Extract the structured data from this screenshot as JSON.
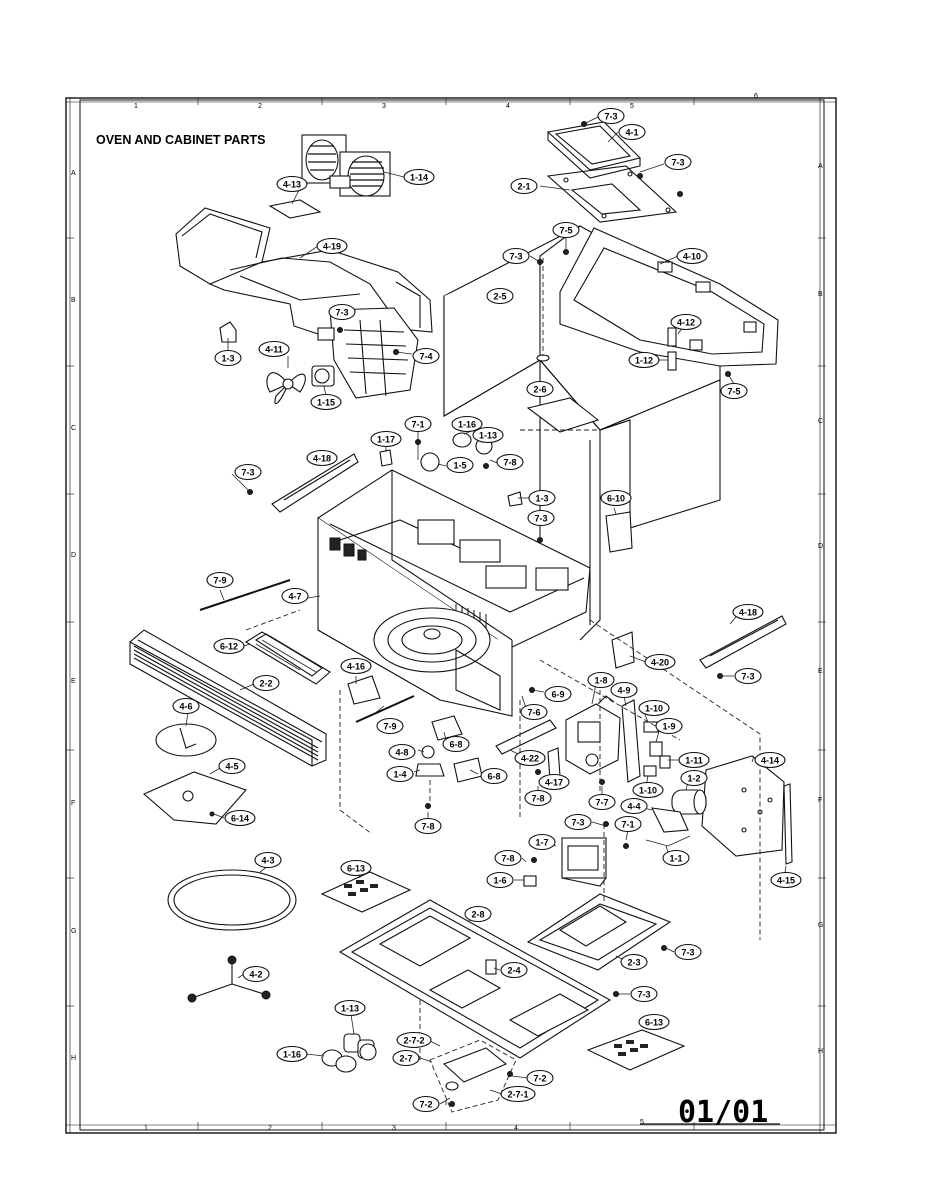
{
  "title": "OVEN AND CABINET PARTS",
  "page_number": "01/01",
  "grid": {
    "columns": [
      "1",
      "2",
      "3",
      "4",
      "5",
      "6"
    ],
    "rows": [
      "A",
      "B",
      "C",
      "D",
      "E",
      "F",
      "G",
      "H"
    ]
  },
  "callouts": [
    {
      "id": "c1",
      "label": "7-3"
    },
    {
      "id": "c2",
      "label": "4-1"
    },
    {
      "id": "c3",
      "label": "7-3"
    },
    {
      "id": "c4",
      "label": "2-1"
    },
    {
      "id": "c5",
      "label": "4-13"
    },
    {
      "id": "c6",
      "label": "1-14"
    },
    {
      "id": "c7",
      "label": "7-5"
    },
    {
      "id": "c8",
      "label": "7-3"
    },
    {
      "id": "c9",
      "label": "4-10"
    },
    {
      "id": "c10",
      "label": "4-19"
    },
    {
      "id": "c11",
      "label": "2-5"
    },
    {
      "id": "c12",
      "label": "7-3"
    },
    {
      "id": "c13",
      "label": "4-12"
    },
    {
      "id": "c14",
      "label": "1-12"
    },
    {
      "id": "c15",
      "label": "1-3"
    },
    {
      "id": "c16",
      "label": "4-11"
    },
    {
      "id": "c17",
      "label": "7-4"
    },
    {
      "id": "c18",
      "label": "1-15"
    },
    {
      "id": "c19",
      "label": "7-5"
    },
    {
      "id": "c20",
      "label": "2-6"
    },
    {
      "id": "c21",
      "label": "7-1"
    },
    {
      "id": "c22",
      "label": "1-16"
    },
    {
      "id": "c23",
      "label": "1-13"
    },
    {
      "id": "c24",
      "label": "1-17"
    },
    {
      "id": "c25",
      "label": "4-18"
    },
    {
      "id": "c26",
      "label": "1-5"
    },
    {
      "id": "c27",
      "label": "7-8"
    },
    {
      "id": "c28",
      "label": "7-3"
    },
    {
      "id": "c29",
      "label": "1-3"
    },
    {
      "id": "c30",
      "label": "7-3"
    },
    {
      "id": "c31",
      "label": "6-10"
    },
    {
      "id": "c32",
      "label": "7-9"
    },
    {
      "id": "c33",
      "label": "4-7"
    },
    {
      "id": "c34",
      "label": "6-12"
    },
    {
      "id": "c35",
      "label": "4-18"
    },
    {
      "id": "c36",
      "label": "4-20"
    },
    {
      "id": "c37",
      "label": "7-3"
    },
    {
      "id": "c38",
      "label": "4-16"
    },
    {
      "id": "c39",
      "label": "2-2"
    },
    {
      "id": "c40",
      "label": "6-9"
    },
    {
      "id": "c41",
      "label": "1-8"
    },
    {
      "id": "c42",
      "label": "4-9"
    },
    {
      "id": "c43",
      "label": "4-6"
    },
    {
      "id": "c44",
      "label": "7-9"
    },
    {
      "id": "c45",
      "label": "7-6"
    },
    {
      "id": "c46",
      "label": "1-10"
    },
    {
      "id": "c47",
      "label": "1-9"
    },
    {
      "id": "c48",
      "label": "6-8"
    },
    {
      "id": "c49",
      "label": "4-8"
    },
    {
      "id": "c50",
      "label": "4-22"
    },
    {
      "id": "c51",
      "label": "4-14"
    },
    {
      "id": "c52",
      "label": "4-5"
    },
    {
      "id": "c53",
      "label": "1-4"
    },
    {
      "id": "c54",
      "label": "6-8"
    },
    {
      "id": "c55",
      "label": "4-17"
    },
    {
      "id": "c56",
      "label": "1-11"
    },
    {
      "id": "c57",
      "label": "1-10"
    },
    {
      "id": "c58",
      "label": "1-2"
    },
    {
      "id": "c59",
      "label": "7-8"
    },
    {
      "id": "c60",
      "label": "7-7"
    },
    {
      "id": "c61",
      "label": "4-4"
    },
    {
      "id": "c62",
      "label": "6-14"
    },
    {
      "id": "c63",
      "label": "7-8"
    },
    {
      "id": "c64",
      "label": "7-3"
    },
    {
      "id": "c65",
      "label": "7-1"
    },
    {
      "id": "c66",
      "label": "1-7"
    },
    {
      "id": "c67",
      "label": "7-8"
    },
    {
      "id": "c68",
      "label": "1-1"
    },
    {
      "id": "c69",
      "label": "4-3"
    },
    {
      "id": "c70",
      "label": "6-13"
    },
    {
      "id": "c71",
      "label": "1-6"
    },
    {
      "id": "c72",
      "label": "4-15"
    },
    {
      "id": "c73",
      "label": "2-8"
    },
    {
      "id": "c74",
      "label": "7-3"
    },
    {
      "id": "c75",
      "label": "2-3"
    },
    {
      "id": "c76",
      "label": "2-4"
    },
    {
      "id": "c77",
      "label": "4-2"
    },
    {
      "id": "c78",
      "label": "7-3"
    },
    {
      "id": "c79",
      "label": "1-13"
    },
    {
      "id": "c80",
      "label": "6-13"
    },
    {
      "id": "c81",
      "label": "2-7-2"
    },
    {
      "id": "c82",
      "label": "1-16"
    },
    {
      "id": "c83",
      "label": "2-7"
    },
    {
      "id": "c84",
      "label": "7-2"
    },
    {
      "id": "c85",
      "label": "2-7-1"
    },
    {
      "id": "c86",
      "label": "7-2"
    }
  ]
}
